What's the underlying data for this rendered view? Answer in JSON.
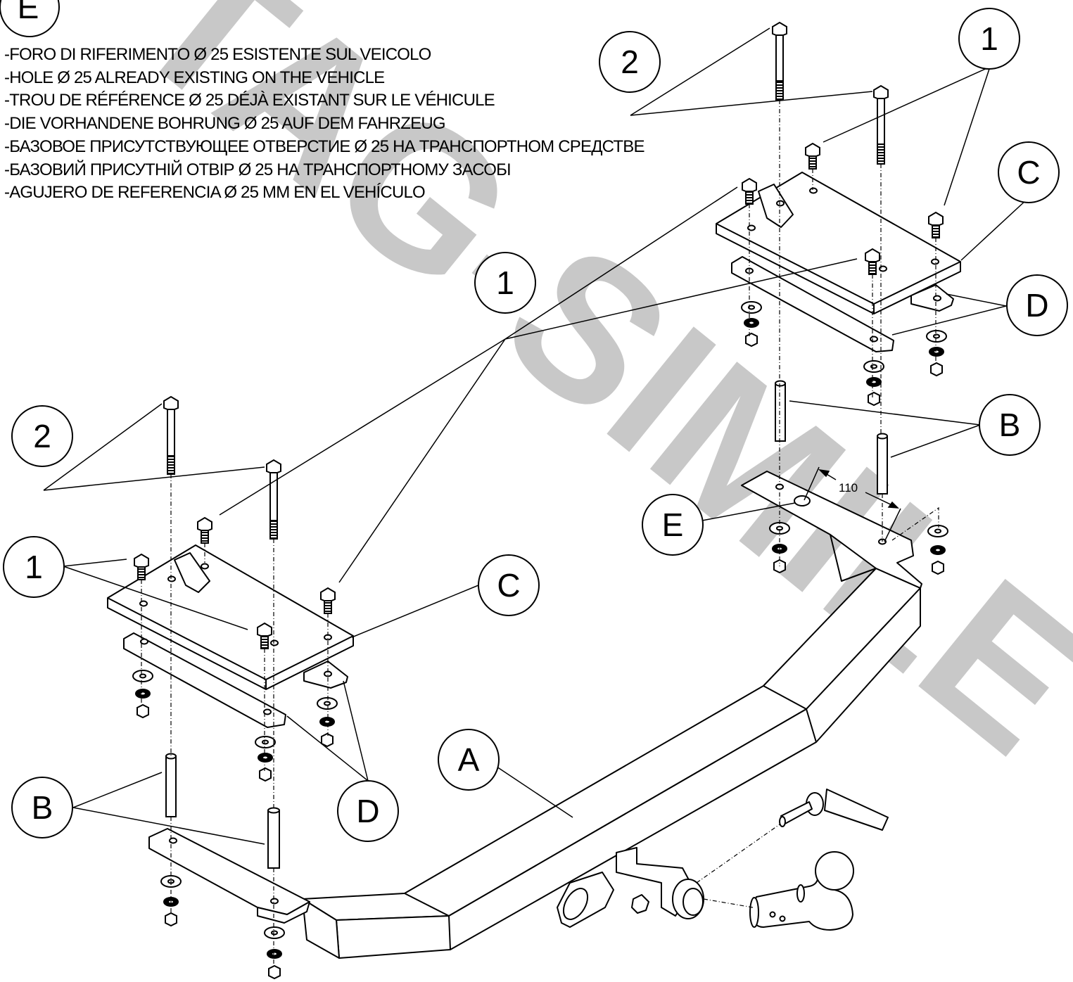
{
  "page": {
    "background": "#ffffff",
    "line_color": "#000000",
    "watermark_color": "#c8c8c8"
  },
  "notes": {
    "title_letter": "E",
    "lines": [
      "-FORO DI RIFERIMENTO Ø 25 ESISTENTE SUL VEICOLO",
      "-HOLE Ø 25 ALREADY EXISTING ON THE VEHICLE",
      "-TROU DE RÉFÉRENCE Ø 25 DÉJÀ EXISTANT SUR LE VÉHICULE",
      "-DIE VORHANDENE BOHRUNG Ø 25 AUF DEM FAHRZEUG",
      "-БАЗОВОЕ  ПРИСУТСТВУЮЩЕЕ ОТВЕРСТИЕ  Ø 25 НА  ТРАНСПОРТНОМ  СРЕДСТВЕ",
      "-БАЗОВИЙ  ПРИСУТНІЙ  ОТВІР Ø 25 НА  ТРАНСПОРТНОМУ ЗАСОБІ",
      "-AGUJERO DE REFERENCIA Ø 25 MM EN EL VEHÍCULO"
    ]
  },
  "watermark": {
    "text": "TAG-SIMILE"
  },
  "dimension": {
    "label": "110"
  },
  "callouts": {
    "right_2": "2",
    "right_1": "1",
    "right_C": "C",
    "right_D": "D",
    "right_B": "B",
    "right_E": "E",
    "center_1": "1",
    "left_2": "2",
    "left_1": "1",
    "left_C": "C",
    "left_D": "D",
    "left_B": "B",
    "bar_A": "A"
  }
}
